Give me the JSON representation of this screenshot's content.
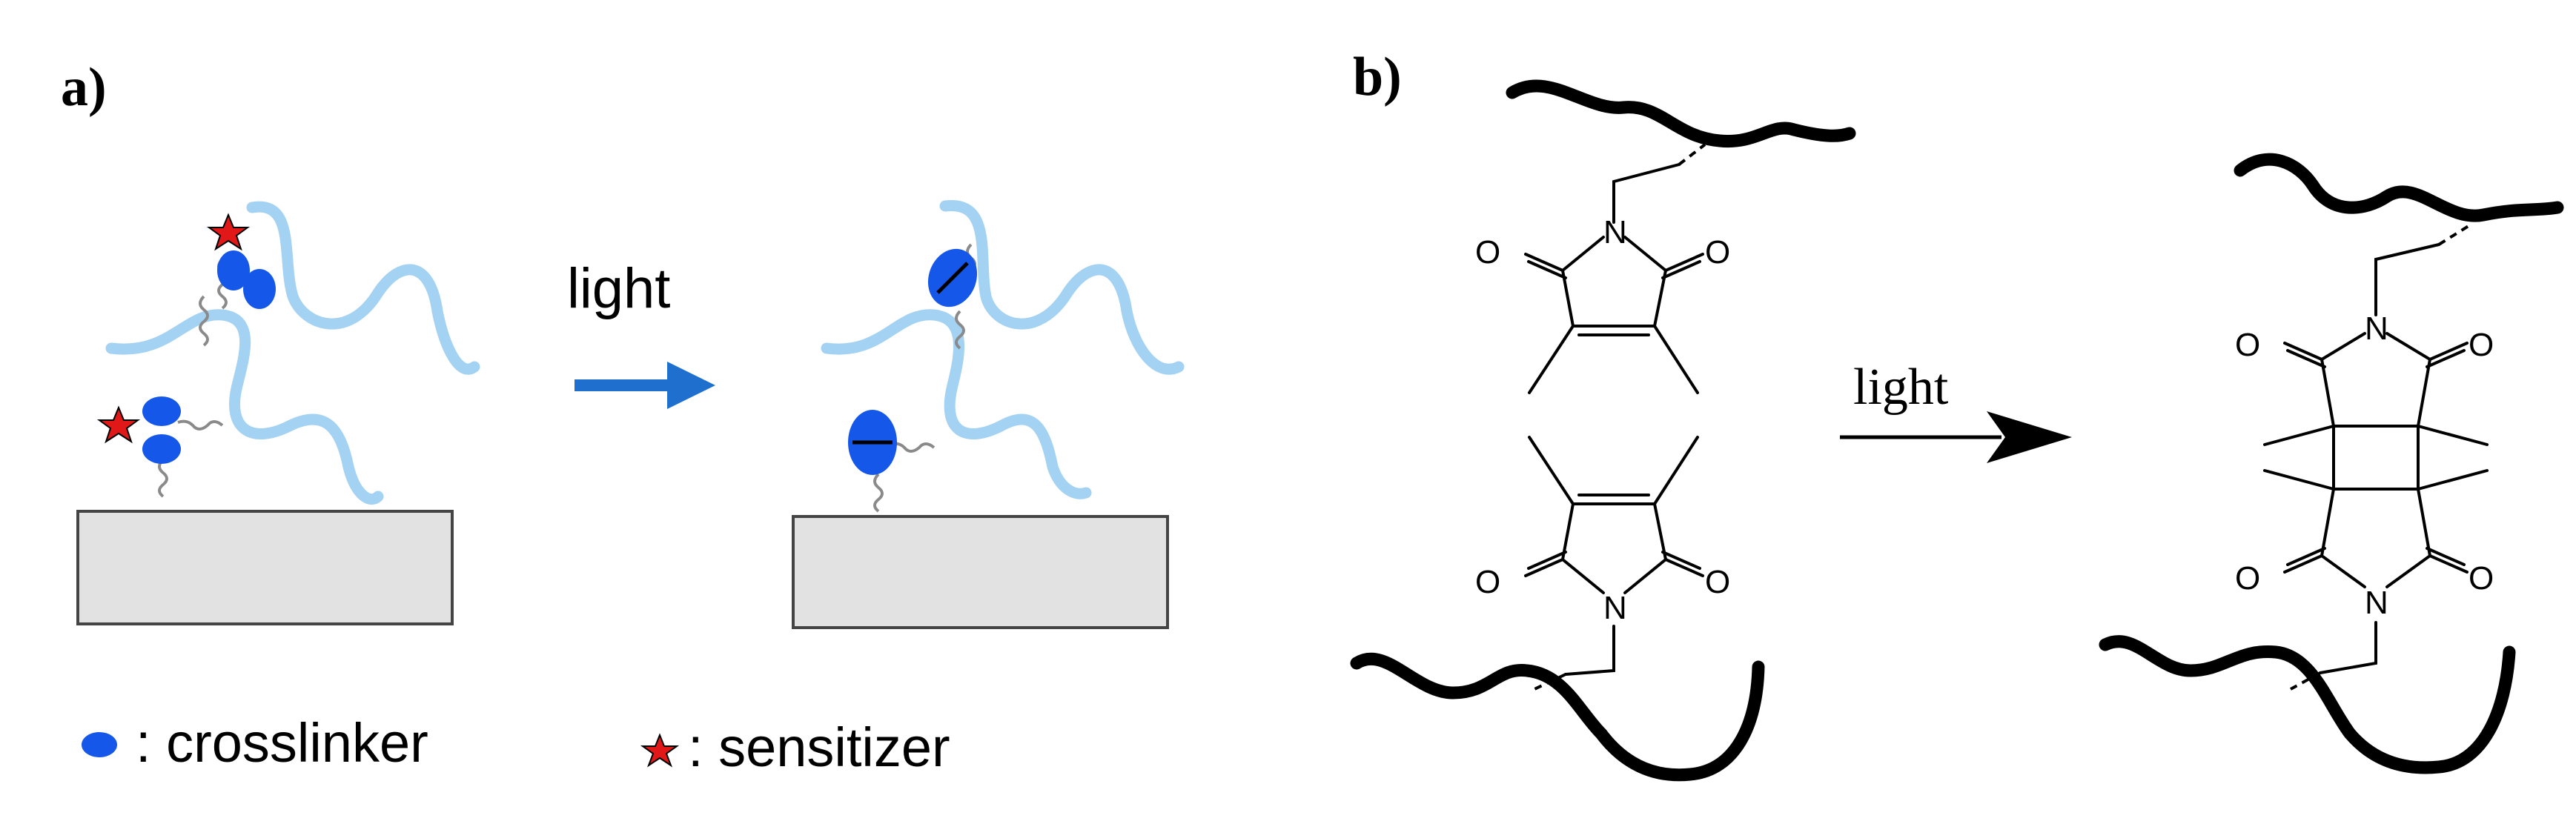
{
  "panel_a": {
    "label": "a)",
    "arrow_label": "light",
    "legend": {
      "crosslinker": ": crosslinker",
      "sensitizer": ": sensitizer"
    }
  },
  "panel_b": {
    "label": "b)",
    "arrow_label": "light",
    "atoms": {
      "N": "N",
      "O": "O"
    }
  },
  "colors": {
    "crosslinker": "#1557e8",
    "sensitizer_star": "#e01818",
    "polymer_light": "#a4d2f2",
    "polymer_dark": "#000000",
    "substrate": "#e2e2e2",
    "arrow_blue": "#1f6fcf"
  }
}
